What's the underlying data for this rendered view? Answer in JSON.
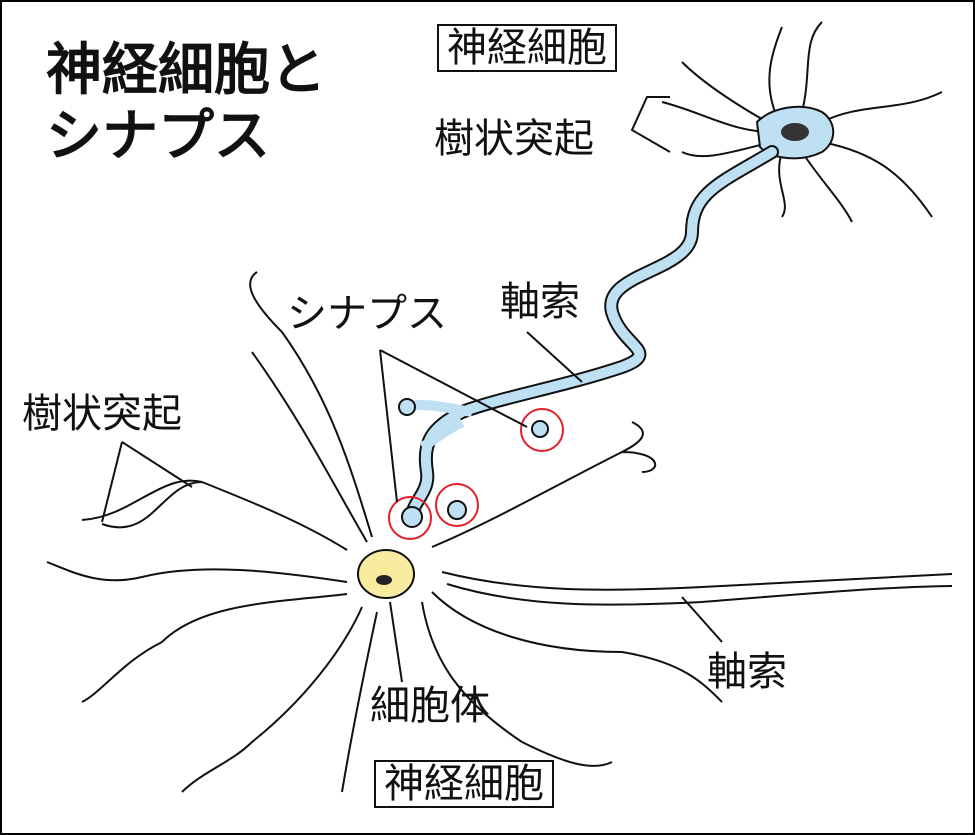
{
  "title": {
    "line1": "神経細胞と",
    "line2": "シナプス"
  },
  "labels": {
    "neuron_top": "神経細胞",
    "dendrite_top": "樹状突起",
    "synapse": "シナプス",
    "axon_top": "軸索",
    "dendrite_left": "樹状突起",
    "cell_body": "細胞体",
    "axon_bottom": "軸索",
    "neuron_bottom": "神経細胞"
  },
  "colors": {
    "axon_fill": "#bfe0f3",
    "cell_body_fill": "#f8eca0",
    "synapse_circle": "#e0202a",
    "nucleus": "#222222"
  }
}
